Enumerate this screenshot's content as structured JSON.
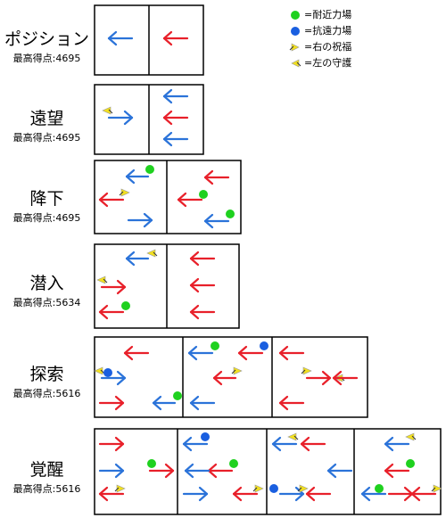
{
  "legend": [
    {
      "icon": "green-dot",
      "label": "=耐近力場"
    },
    {
      "icon": "blue-dot",
      "label": "=抗遠力場"
    },
    {
      "icon": "right-blessing",
      "label": "=右の祝福"
    },
    {
      "icon": "left-protection",
      "label": "=左の守護"
    }
  ],
  "colors": {
    "red": "#e8202a",
    "blue": "#2b73d9",
    "green": "#1fd11f",
    "dotblue": "#1a5fe0",
    "yellow": "#f2e020"
  },
  "rows": [
    {
      "name": "ポジション",
      "score": "最高得点:4695"
    },
    {
      "name": "遠望",
      "score": "最高得点:4695"
    },
    {
      "name": "降下",
      "score": "最高得点:4695"
    },
    {
      "name": "潜入",
      "score": "最高得点:5634"
    },
    {
      "name": "探索",
      "score": "最高得点:5616"
    },
    {
      "name": "覚醒",
      "score": "最高得点:5616"
    }
  ]
}
